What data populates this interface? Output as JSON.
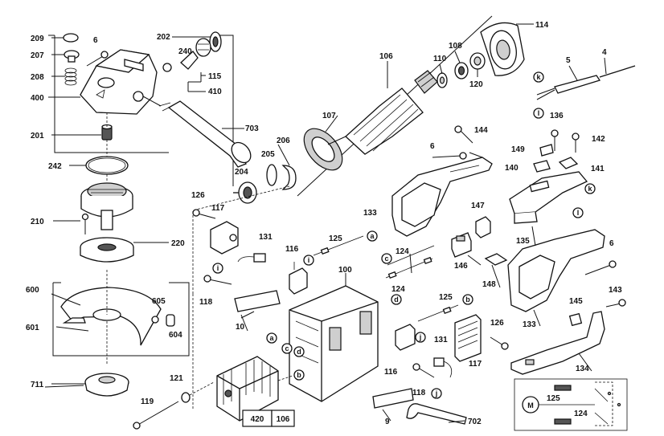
{
  "part_labels": {
    "p209": "209",
    "p6a": "6",
    "p207": "207",
    "p208": "208",
    "p400": "400",
    "p202": "202",
    "p240": "240",
    "p115": "115",
    "p410": "410",
    "p201": "201",
    "p242": "242",
    "p210": "210",
    "p220": "220",
    "p703": "703",
    "p206": "206",
    "p205": "205",
    "p204": "204",
    "p107": "107",
    "p106": "106",
    "p110": "110",
    "p108": "108",
    "p120": "120",
    "p114": "114",
    "p5": "5",
    "p4": "4",
    "p144": "144",
    "p6b": "6",
    "p133a": "133",
    "p136": "136",
    "p149": "149",
    "p142": "142",
    "p140": "140",
    "p141": "141",
    "p147": "147",
    "p135": "135",
    "p126a": "126",
    "p117a": "117",
    "p131a": "131",
    "p125a": "125",
    "p116a": "116",
    "p124": "124",
    "p146": "146",
    "p148": "148",
    "p6c": "6",
    "p133b": "133",
    "p143": "143",
    "p600": "600",
    "p601": "601",
    "p605": "605",
    "p604": "604",
    "p118a": "118",
    "p100": "100",
    "p10": "10",
    "p125b": "125",
    "p126b": "126",
    "p117b": "117",
    "p145": "145",
    "p134": "134",
    "p711": "711",
    "p121": "121",
    "p119": "119",
    "p116b": "116",
    "p131b": "131",
    "p118b": "118",
    "p9": "9",
    "p702": "702",
    "p124b": "124"
  },
  "callouts": {
    "a1": "a",
    "c1": "c",
    "d1": "d",
    "b1": "b",
    "i1": "i",
    "i2": "i",
    "k1": "k",
    "l1": "l",
    "k2": "k",
    "l2": "l",
    "j1": "j",
    "j2": "j",
    "a2": "a",
    "c2": "c",
    "d2": "d",
    "b2": "b"
  },
  "parts_table": {
    "col1": "420",
    "col2": "106"
  },
  "schematic": {
    "label_125": "125",
    "label_124": "124"
  }
}
